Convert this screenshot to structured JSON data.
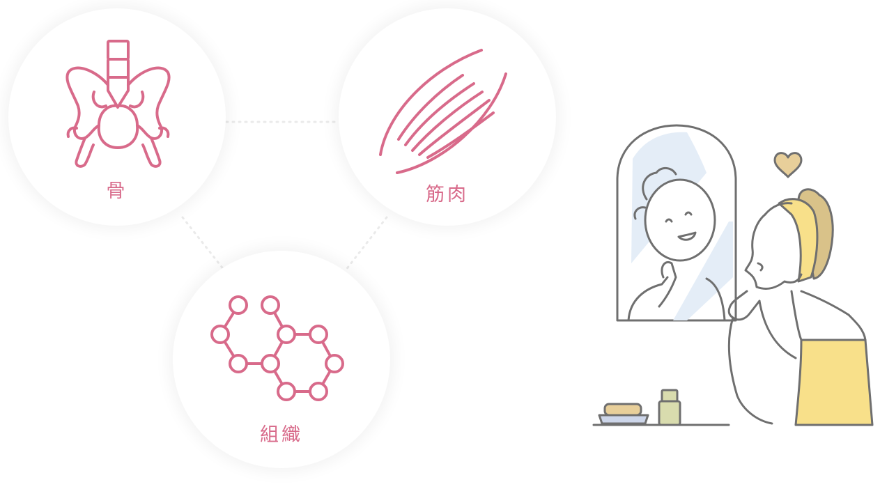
{
  "items": [
    {
      "label": "骨",
      "icon": "pelvis-bone-icon"
    },
    {
      "label": "筋肉",
      "icon": "muscle-fiber-icon"
    },
    {
      "label": "組織",
      "icon": "molecule-tissue-icon"
    }
  ],
  "colors": {
    "accent": "#d86a8a",
    "line": "#6f6f6f",
    "yellow": "#f8e08a",
    "hair": "#d9c289",
    "mirror_glass": "#e4edf7",
    "connector": "#eeeeee"
  },
  "illustration": "woman-looking-in-mirror-illustration"
}
